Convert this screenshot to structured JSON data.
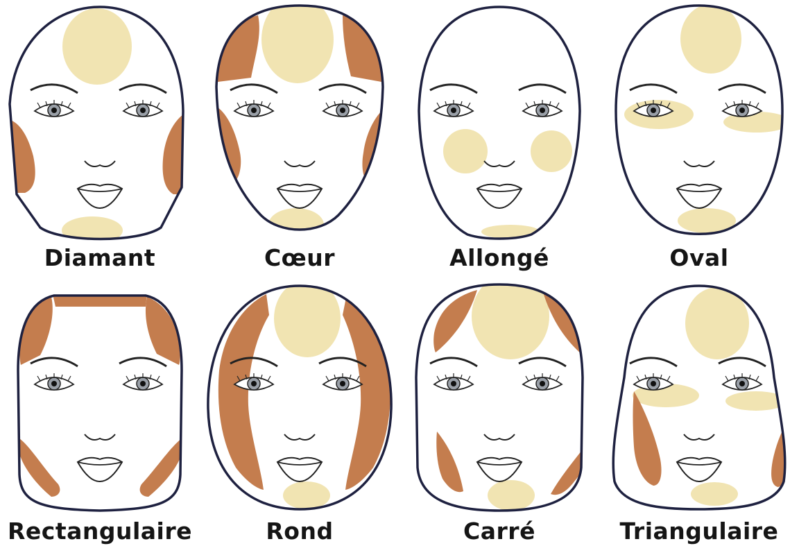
{
  "colors": {
    "contour": "#c47d4e",
    "highlight": "#f1e4b2",
    "outline": "#1e2140",
    "line": "#222222"
  },
  "faces": [
    {
      "label": "Diamant",
      "shape": "diamond"
    },
    {
      "label": "Cœur",
      "shape": "heart"
    },
    {
      "label": "Allongé",
      "shape": "oblong"
    },
    {
      "label": "Oval",
      "shape": "oval"
    },
    {
      "label": "Rectangulaire",
      "shape": "rectangle"
    },
    {
      "label": "Rond",
      "shape": "round"
    },
    {
      "label": "Carré",
      "shape": "square"
    },
    {
      "label": "Triangulaire",
      "shape": "triangle"
    }
  ]
}
